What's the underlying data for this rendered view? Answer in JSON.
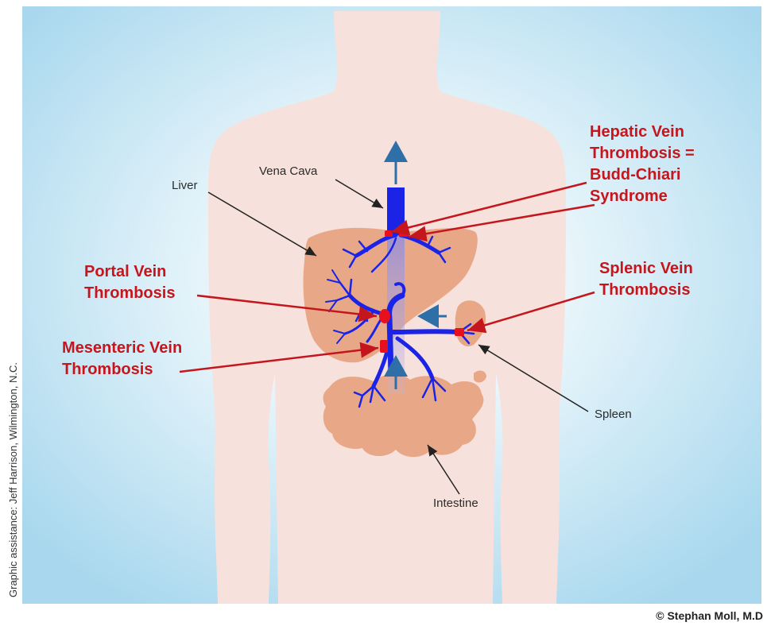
{
  "colors": {
    "background_blue": "#bfe3f3",
    "skin": "#f7e1dc",
    "organ": "#e8a887",
    "vein": "#1b24e6",
    "thrombus": "#e8101c",
    "callout_red": "#c4161c",
    "flow_arrow": "#2f6fa8"
  },
  "labels": {
    "vena_cava": "Vena Cava",
    "liver": "Liver",
    "spleen": "Spleen",
    "intestine": "Intestine"
  },
  "callouts": {
    "hepatic": [
      "Hepatic Vein",
      "Thrombosis =",
      "Budd-Chiari",
      "Syndrome"
    ],
    "portal": [
      "Portal Vein",
      "Thrombosis"
    ],
    "splenic": [
      "Splenic Vein",
      "Thrombosis"
    ],
    "mesenteric": [
      "Mesenteric Vein",
      "Thrombosis"
    ]
  },
  "credit": "Graphic assistance: Jeff Harrison, Wilmington, N.C.",
  "copyright": "© Stephan Moll, M.D"
}
